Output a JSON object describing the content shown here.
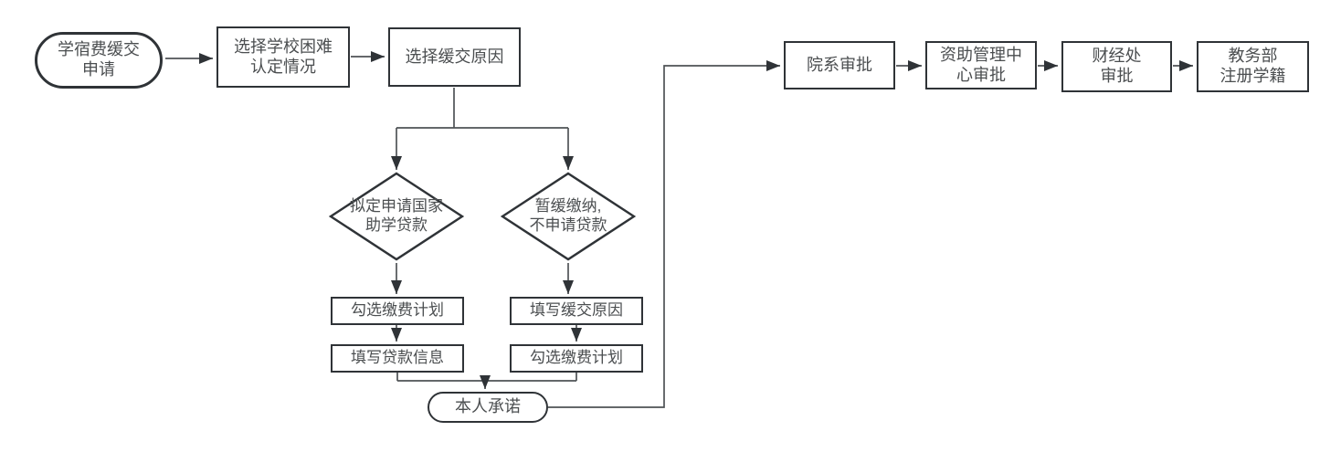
{
  "colors": {
    "shape_border": "#2f3337",
    "connector": "#4f5356",
    "arrowhead": "#2f3337",
    "text": "#4b4e50",
    "background": "#ffffff"
  },
  "nodes": {
    "start": {
      "shape": "stadium",
      "label": "学宿费缓交\n申请"
    },
    "select_difficulty": {
      "shape": "rect",
      "label": "选择学校困难\n认定情况"
    },
    "select_reason": {
      "shape": "rect",
      "label": "选择缓交原因"
    },
    "decision_loan": {
      "shape": "diamond",
      "label": "拟定申请国家\n助学贷款"
    },
    "decision_defer": {
      "shape": "diamond",
      "label": "暂缓缴纳,\n不申请贷款"
    },
    "check_plan_left": {
      "shape": "rect",
      "label": "勾选缴费计划"
    },
    "fill_loan_info": {
      "shape": "rect",
      "label": "填写贷款信息"
    },
    "fill_defer_reason": {
      "shape": "rect",
      "label": "填写缓交原因"
    },
    "check_plan_right": {
      "shape": "rect",
      "label": "勾选缴费计划"
    },
    "commitment": {
      "shape": "stadium",
      "label": "本人承诺"
    },
    "dept_approval": {
      "shape": "rect",
      "label": "院系审批"
    },
    "funding_center_approval": {
      "shape": "rect",
      "label": "资助管理中\n心审批"
    },
    "finance_approval": {
      "shape": "rect",
      "label": "财经处\n审批"
    },
    "registration": {
      "shape": "rect",
      "label": "教务部\n注册学籍"
    }
  },
  "edges": [
    {
      "from": "start",
      "to": "select_difficulty"
    },
    {
      "from": "select_difficulty",
      "to": "select_reason"
    },
    {
      "from": "select_reason",
      "to": "decision_loan"
    },
    {
      "from": "select_reason",
      "to": "decision_defer"
    },
    {
      "from": "decision_loan",
      "to": "check_plan_left"
    },
    {
      "from": "check_plan_left",
      "to": "fill_loan_info"
    },
    {
      "from": "decision_defer",
      "to": "fill_defer_reason"
    },
    {
      "from": "fill_defer_reason",
      "to": "check_plan_right"
    },
    {
      "from": "fill_loan_info",
      "to": "commitment"
    },
    {
      "from": "check_plan_right",
      "to": "commitment"
    },
    {
      "from": "commitment",
      "to": "dept_approval"
    },
    {
      "from": "dept_approval",
      "to": "funding_center_approval"
    },
    {
      "from": "funding_center_approval",
      "to": "finance_approval"
    },
    {
      "from": "finance_approval",
      "to": "registration"
    }
  ]
}
